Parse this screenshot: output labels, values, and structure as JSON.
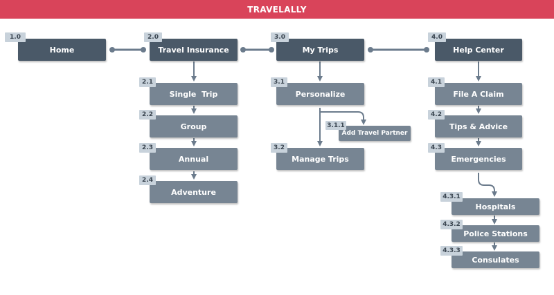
{
  "header": {
    "title": "TRAVELALLY"
  },
  "nodes": {
    "home": {
      "id": "1.0",
      "label": "Home"
    },
    "travel_insurance": {
      "id": "2.0",
      "label": "Travel Insurance"
    },
    "single_trip": {
      "id": "2.1",
      "label": "Single  Trip"
    },
    "group": {
      "id": "2.2",
      "label": "Group"
    },
    "annual": {
      "id": "2.3",
      "label": "Annual"
    },
    "adventure": {
      "id": "2.4",
      "label": "Adventure"
    },
    "my_trips": {
      "id": "3.0",
      "label": "My Trips"
    },
    "personalize": {
      "id": "3.1",
      "label": "Personalize"
    },
    "add_partner": {
      "id": "3.1.1",
      "label": "Add Travel Partner"
    },
    "manage_trips": {
      "id": "3.2",
      "label": "Manage Trips"
    },
    "help_center": {
      "id": "4.0",
      "label": "Help Center"
    },
    "file_claim": {
      "id": "4.1",
      "label": "File A Claim"
    },
    "tips_advice": {
      "id": "4.2",
      "label": "Tips & Advice"
    },
    "emergencies": {
      "id": "4.3",
      "label": "Emergencies"
    },
    "hospitals": {
      "id": "4.3.1",
      "label": "Hospitals"
    },
    "police": {
      "id": "4.3.2",
      "label": "Police Stations"
    },
    "consulates": {
      "id": "4.3.3",
      "label": "Consulates"
    }
  },
  "colors": {
    "header": "#d9445a",
    "main_node": "#4a5968",
    "sub_node": "#778593",
    "id_tag": "#c8d2db",
    "connector": "#6b7b8c"
  }
}
